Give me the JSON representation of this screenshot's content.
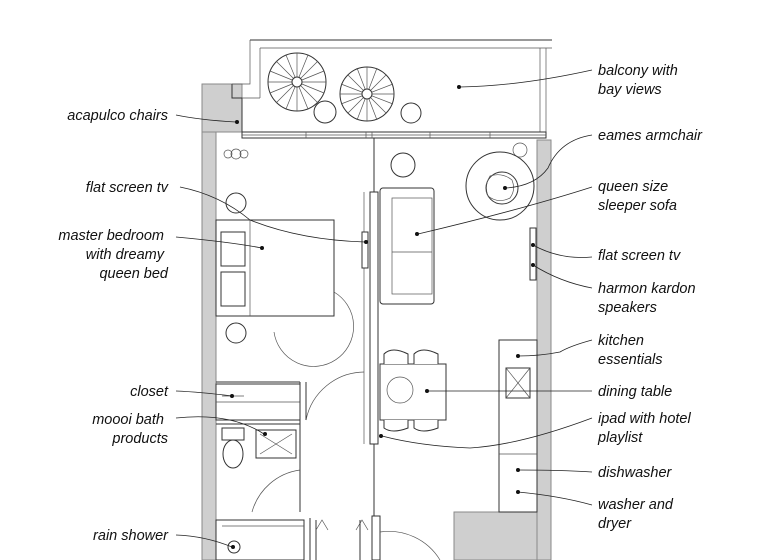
{
  "labels": {
    "left": {
      "acapulco_chairs": [
        "acapulco chairs"
      ],
      "flat_screen_tv_bedroom": [
        "flat screen tv"
      ],
      "master_bedroom": [
        "master bedroom",
        "with dreamy",
        "queen bed"
      ],
      "closet": [
        "closet"
      ],
      "moooi_bath": [
        "moooi bath",
        "products"
      ],
      "rain_shower": [
        "rain shower"
      ]
    },
    "right": {
      "balcony": [
        "balcony with",
        "bay views"
      ],
      "eames_armchair": [
        "eames armchair"
      ],
      "sleeper_sofa": [
        "queen size",
        "sleeper sofa"
      ],
      "flat_screen_tv_living": [
        "flat screen tv"
      ],
      "speakers": [
        "harmon kardon",
        "speakers"
      ],
      "kitchen": [
        "kitchen",
        "essentials"
      ],
      "dining_table": [
        "dining table"
      ],
      "ipad": [
        "ipad with hotel",
        "playlist"
      ],
      "dishwasher": [
        "dishwasher"
      ],
      "washer_dryer": [
        "washer and",
        "dryer"
      ]
    }
  },
  "colors": {
    "wall_fill": "#cfcfcf",
    "line": "#333333",
    "text": "#111111",
    "background": "#ffffff"
  }
}
